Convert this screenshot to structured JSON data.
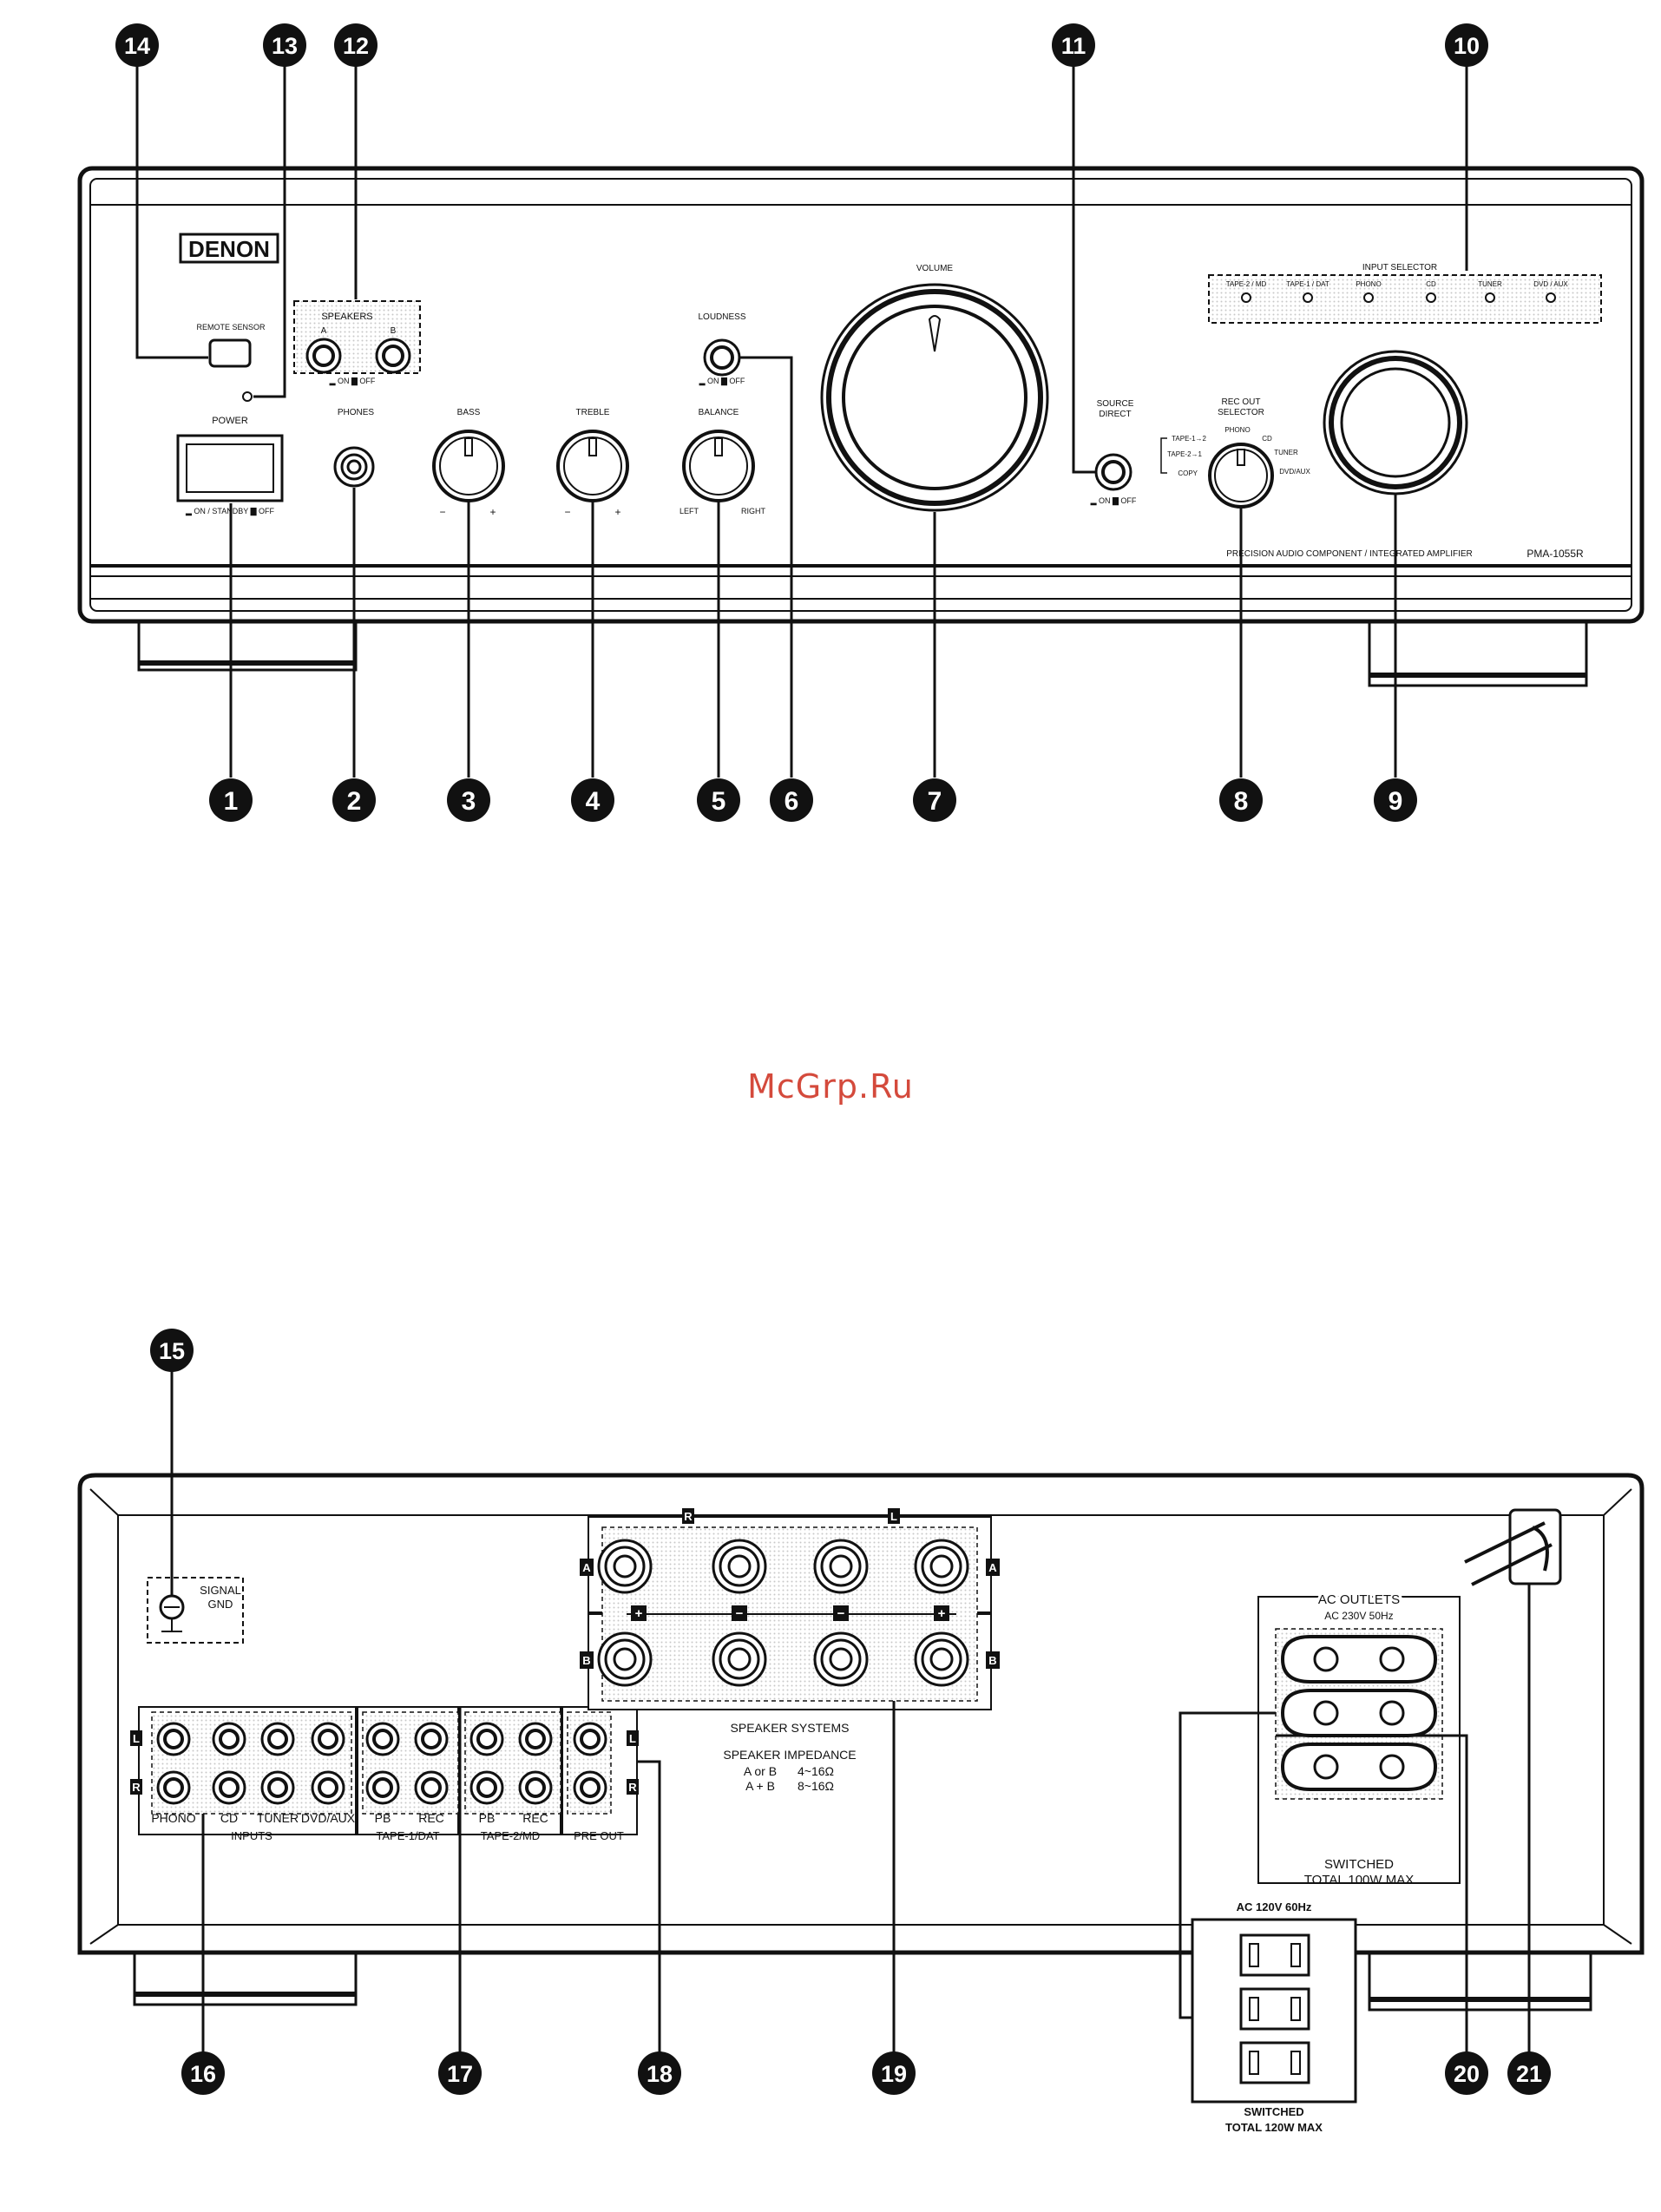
{
  "watermark": "McGrp.Ru",
  "front_panel": {
    "brand": "DENON",
    "remote_sensor": "REMOTE SENSOR",
    "speakers": "SPEAKERS",
    "speaker_a": "A",
    "speaker_b": "B",
    "speakers_onoff": "▂ ON ▇ OFF",
    "power": "POWER",
    "power_onoff": "▂ ON / STANDBY ▇ OFF",
    "phones": "PHONES",
    "bass": "BASS",
    "treble": "TREBLE",
    "balance": "BALANCE",
    "loudness": "LOUDNESS",
    "loudness_onoff": "▂ ON ▇ OFF",
    "volume": "VOLUME",
    "source_direct_1": "SOURCE",
    "source_direct_2": "DIRECT",
    "source_direct_onoff": "▂ ON ▇ OFF",
    "rec_out_1": "REC OUT",
    "rec_out_2": "SELECTOR",
    "rec_out_options": [
      "TAPE-1→2",
      "TAPE-2→1",
      "COPY",
      "PHONO",
      "CD",
      "TUNER",
      "DVD/AUX"
    ],
    "tone_minus": "−",
    "tone_plus": "+",
    "balance_left": "LEFT",
    "balance_right": "RIGHT",
    "input_selector": "INPUT SELECTOR",
    "input_options": [
      "TAPE-2 / MD",
      "TAPE-1 / DAT",
      "PHONO",
      "CD",
      "TUNER",
      "DVD / AUX"
    ],
    "precision_text": "PRECISION AUDIO COMPONENT / INTEGRATED AMPLIFIER",
    "model": "PMA-1055R"
  },
  "front_callouts": {
    "top": [
      "14",
      "13",
      "12",
      "11",
      "10"
    ],
    "bottom": [
      "1",
      "2",
      "3",
      "4",
      "5",
      "6",
      "7",
      "8",
      "9"
    ]
  },
  "rear_panel": {
    "signal_gnd_1": "SIGNAL",
    "signal_gnd_2": "GND",
    "inputs_labels": [
      "PHONO",
      "CD",
      "TUNER",
      "DVD/AUX"
    ],
    "inputs": "INPUTS",
    "tape1_labels": [
      "PB",
      "REC"
    ],
    "tape1": "TAPE-1/DAT",
    "tape2_labels": [
      "PB",
      "REC"
    ],
    "tape2": "TAPE-2/MD",
    "pre_out": "PRE OUT",
    "ch_l": "L",
    "ch_r": "R",
    "spk_a": "A",
    "spk_b": "B",
    "spk_plus": "+",
    "spk_minus": "−",
    "speaker_systems": "SPEAKER SYSTEMS",
    "speaker_impedance": "SPEAKER IMPEDANCE",
    "impedance_ab_label": "A or B",
    "impedance_ab_value": "4~16Ω",
    "impedance_both_label": "A + B",
    "impedance_both_value": "8~16Ω",
    "ac_outlets": "AC OUTLETS",
    "ac_outlets_spec": "AC 230V  50Hz",
    "switched_1": "SWITCHED",
    "switched_1b": "TOTAL 100W MAX",
    "ac120": "AC 120V  60Hz",
    "switched_2": "SWITCHED",
    "switched_2b": "TOTAL 120W  MAX"
  },
  "rear_callouts": [
    "15",
    "16",
    "17",
    "18",
    "19",
    "20",
    "21"
  ]
}
